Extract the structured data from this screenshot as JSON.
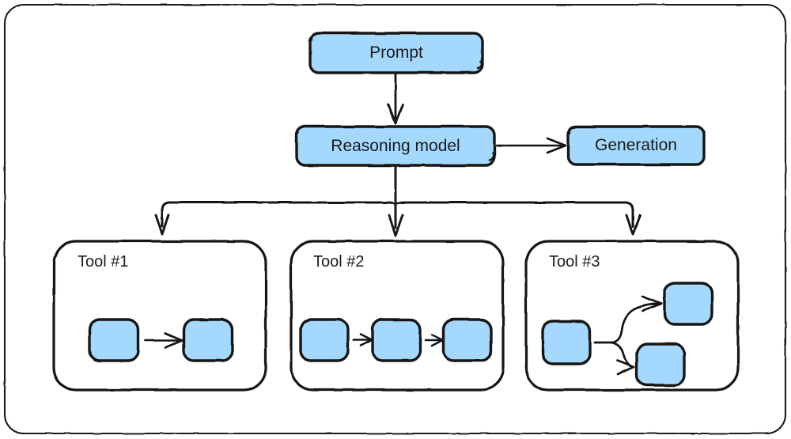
{
  "diagram": {
    "title_nodes": {
      "prompt": "Prompt",
      "reasoning_model": "Reasoning model",
      "generation": "Generation"
    },
    "tools": [
      {
        "label": "Tool #1",
        "steps": 2
      },
      {
        "label": "Tool #2",
        "steps": 3
      },
      {
        "label": "Tool #3",
        "steps": 3
      }
    ],
    "colors": {
      "node_fill": "#a5d8fd",
      "stroke": "#141414",
      "frame_stroke": "#1a1a1a",
      "background": "#ffffff",
      "text": "#1b1b1b"
    },
    "edges": [
      {
        "from": "Prompt",
        "to": "Reasoning model"
      },
      {
        "from": "Reasoning model",
        "to": "Generation"
      },
      {
        "from": "Reasoning model",
        "to": "Tool #1"
      },
      {
        "from": "Reasoning model",
        "to": "Tool #2"
      },
      {
        "from": "Reasoning model",
        "to": "Tool #3"
      }
    ]
  }
}
